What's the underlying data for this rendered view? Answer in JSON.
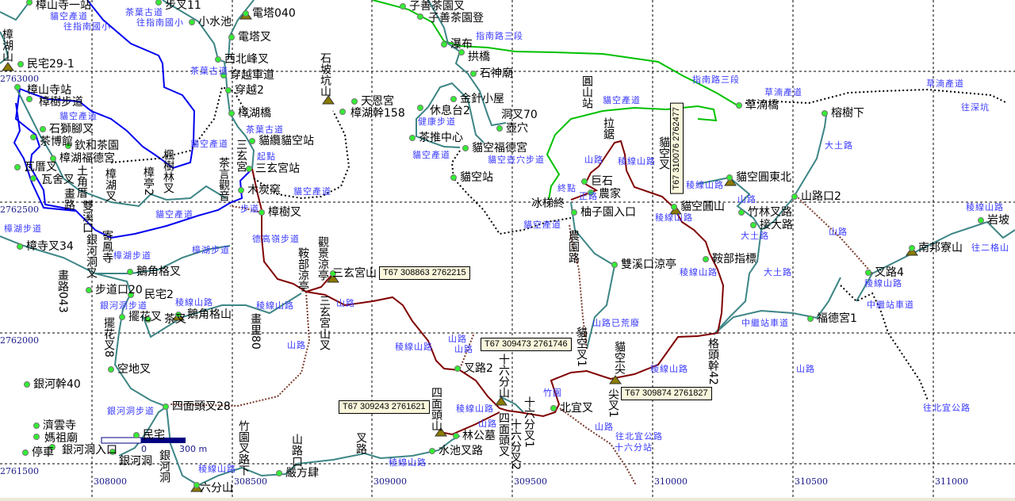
{
  "places": [
    "樟山寺一站",
    "步叉11",
    "電塔040",
    "小水池",
    "電塔叉",
    "西北峰叉",
    "穿越車道",
    "穿越2",
    "樟湖橋",
    "貓纜貓空站",
    "三玄宮站",
    "木炭窯",
    "樟樹叉",
    "民宅29-1",
    "樟山寺站",
    "樟樹步道",
    "石獅腳叉",
    "茶博館",
    "欽和茶園",
    "樟湖福德宮",
    "瓦厝叉",
    "瓦舍叉",
    "樟寺叉34",
    "步道口20",
    "民宅2",
    "鵝角格叉",
    "擺花叉",
    "茶叉",
    "鵝角格山",
    "空地叉",
    "銀河幹40",
    "四面頭叉28",
    "濟雲寺",
    "媽祖廟",
    "停車",
    "銀河洞入口",
    "民宅",
    "銀河洞",
    "六分山",
    "嚴方肆",
    "三玄宮山",
    "天恩宮",
    "樟湖幹158",
    "子善茶園叉",
    "子善茶園登",
    "瀑布",
    "拱橋",
    "石神廟",
    "金針小屋",
    "休息台2",
    "茶推中心",
    "貓空福德宮",
    "貓空站",
    "壺穴",
    "巨石",
    "農家",
    "柚子園入口",
    "雙溪口涼亭",
    "叉路2",
    "林公墓",
    "水池叉路",
    "北宜叉",
    "草湳橋",
    "榕樹下",
    "貓空圓東北",
    "貓空圓山",
    "山路口2",
    "竹林叉路",
    "接大路",
    "鞍部指標",
    "南邦寮山",
    "叉路4",
    "岩坡",
    "福德宮1",
    "洞叉70",
    "冰梯終"
  ],
  "vertical_places": [
    "樟湖山",
    "石坡坑山",
    "圓山站",
    "拉鋸",
    "土角厝",
    "樟湖叉",
    "樟亭2",
    "楓樹林叉",
    "茶言觀音",
    "三玄宮",
    "寄鳳寺",
    "銀河洞叉",
    "畫路043",
    "擺花叉8",
    "畫里80",
    "觀景涼亭",
    "鞍部涼亭",
    "三玄宮山叉",
    "銀河洞",
    "竹園叉路下",
    "山路口",
    "叉路",
    "十六分山",
    "四面頭山",
    "四面頭叉",
    "十六分叉1",
    "十六分叉2",
    "貓空叉1",
    "貓空尖",
    "尖叉1",
    "農園路",
    "格頭幹42",
    "貓空叉",
    "畫路",
    "雙溪口"
  ],
  "trail_labels": [
    "貓空產道",
    "往指南國小",
    "茶葉古道",
    "往指南國小",
    "茶葉古道",
    "貓空產道",
    "茶葉古道",
    "貓空產道",
    "起點",
    "貓空產道",
    "步道",
    "德高嶺步道",
    "樟湖步道",
    "樟湖步道",
    "樟湖步道",
    "貓空產道",
    "指南路三段",
    "指南路三段",
    "健康步道",
    "貓空壺穴步道",
    "貓空產道",
    "貓空產道",
    "終點",
    "正路",
    "山路",
    "稜線山路",
    "貓空產道",
    "草湳產道",
    "草湳產道",
    "往深坑",
    "大土路",
    "稜線山路",
    "山路",
    "大土路",
    "山路",
    "往二格山",
    "稜線山路",
    "稜線山路",
    "大土路",
    "中繼站車道",
    "中繼站車道",
    "往北宜公路",
    "稜線山路",
    "山路",
    "稜線山路",
    "稜線山路",
    "山路已荒廢",
    "稜線山路",
    "山路",
    "稜線山路",
    "山路",
    "山路",
    "竹園",
    "山路",
    "往北宜公路",
    "十六分站",
    "稜線山路",
    "銀河洞步道",
    "銀河洞步道",
    "山路",
    "稜線山路",
    "稜線山路",
    "山路",
    "稜線山路"
  ],
  "coord_boxes": [
    "T67  308863  2762215",
    "T67  309473  2761746",
    "T67  309243  2761621",
    "T67  309874  2761827",
    "T67  310076  2762477"
  ],
  "grid": {
    "northings": [
      "2763000",
      "2762500",
      "2762000",
      "2761500"
    ],
    "eastings": [
      "308000",
      "308500",
      "309000",
      "309500",
      "310000",
      "310500",
      "311000"
    ]
  },
  "scale": {
    "zero": "0",
    "length": "300 m"
  },
  "colors": {
    "main_road": "#00c000",
    "trail": "#3d8585",
    "ridge_route": "#800000",
    "bus_route": "#0000ee",
    "label_blue": "#3a3aff",
    "node": "#33ee33"
  }
}
